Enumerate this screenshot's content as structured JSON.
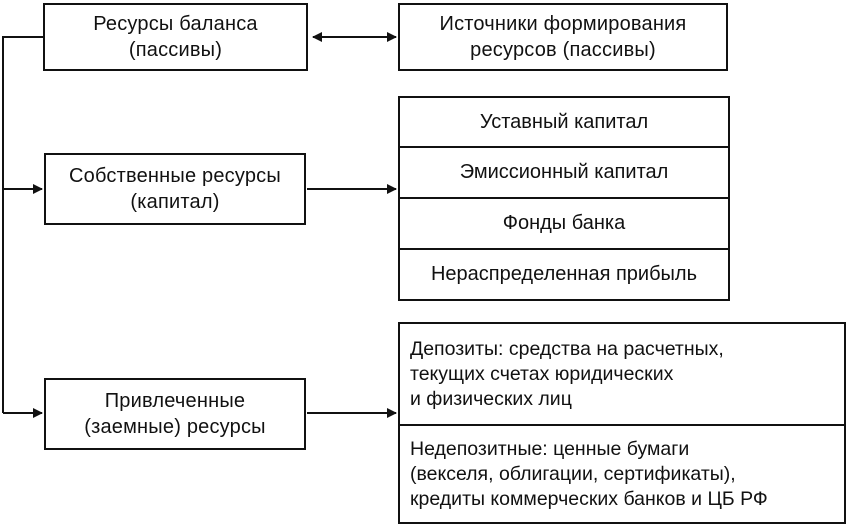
{
  "boxes": {
    "balance_resources": "Ресурсы баланса\n(пассивы)",
    "formation_sources": "Источники формирования\nресурсов (пассивы)",
    "own_resources": "Собственные ресурсы\n(капитал)",
    "borrowed_resources": "Привлеченные\n(заемные) ресурсы"
  },
  "own_capital_items": [
    "Уставный капитал",
    "Эмиссионный капитал",
    "Фонды банка",
    "Нераспределенная прибыль"
  ],
  "borrowed_items": [
    "Депозиты: средства на расчетных,\nтекущих счетах юридических\nи физических лиц",
    "Недепозитные: ценные бумаги\n(векселя, облигации, сертификаты),\nкредиты коммерческих банков и ЦБ РФ"
  ]
}
